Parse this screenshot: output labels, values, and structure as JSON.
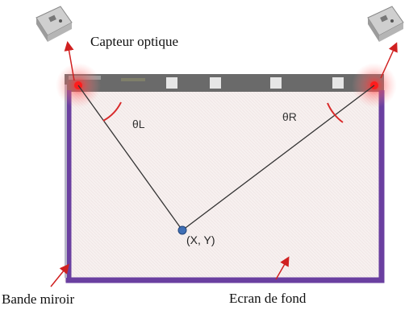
{
  "labels": {
    "sensor": "Capteur optique",
    "mirror_strip": "Bande miroir",
    "background_screen": "Ecran de fond",
    "angle_left": "θL",
    "angle_right": "θR",
    "touch_point": "(X, Y)"
  },
  "colors": {
    "frame": "#6a3fa0",
    "arrow": "#d02020",
    "top_bar": "#666666",
    "screen": "#f4efee",
    "point": "#3f6fb5"
  },
  "icons": [
    "camera-sensor-icon",
    "camera-sensor-icon"
  ]
}
